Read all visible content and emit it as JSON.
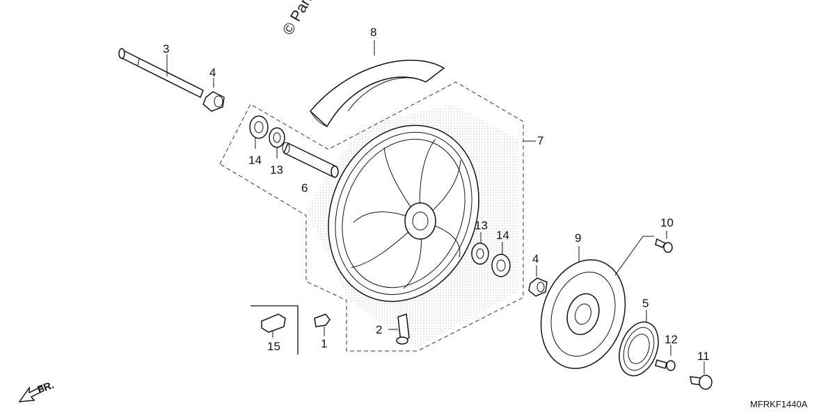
{
  "watermark": "© Partzilla.com",
  "diagram_code": "MFRKF1440A",
  "direction_label": "FR.",
  "callouts": [
    {
      "id": "c1",
      "text": "1"
    },
    {
      "id": "c2",
      "text": "2"
    },
    {
      "id": "c3",
      "text": "3"
    },
    {
      "id": "c4a",
      "text": "4"
    },
    {
      "id": "c4b",
      "text": "4"
    },
    {
      "id": "c5",
      "text": "5"
    },
    {
      "id": "c6",
      "text": "6"
    },
    {
      "id": "c7",
      "text": "7"
    },
    {
      "id": "c8",
      "text": "8"
    },
    {
      "id": "c9",
      "text": "9"
    },
    {
      "id": "c10",
      "text": "10"
    },
    {
      "id": "c11",
      "text": "11"
    },
    {
      "id": "c12",
      "text": "12"
    },
    {
      "id": "c13a",
      "text": "13"
    },
    {
      "id": "c13b",
      "text": "13"
    },
    {
      "id": "c14a",
      "text": "14"
    },
    {
      "id": "c14b",
      "text": "14"
    },
    {
      "id": "c15",
      "text": "15"
    }
  ],
  "icons": {
    "direction": "arrow-front-icon"
  }
}
